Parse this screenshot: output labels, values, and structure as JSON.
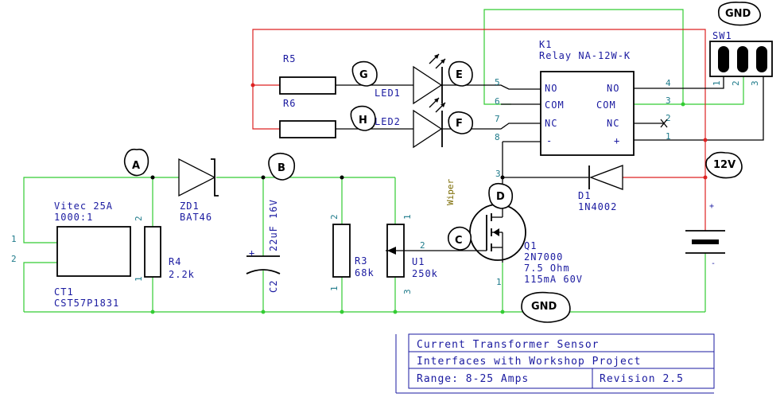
{
  "markers": {
    "A": "A",
    "B": "B",
    "C": "C",
    "D": "D",
    "E": "E",
    "F": "F",
    "G": "G",
    "H": "H",
    "gnd_top": "GND",
    "gnd_bottom": "GND",
    "v12": "12V"
  },
  "components": {
    "ct1": {
      "line1": "Vitec 25A",
      "line2": "1000:1",
      "ref": "CT1",
      "part": "CST57P1831"
    },
    "r4": {
      "ref": "R4",
      "value": "2.2k"
    },
    "zd1": {
      "ref": "ZD1",
      "value": "BAT46"
    },
    "c2": {
      "ref": "C2",
      "value": "22uF 16V"
    },
    "r3": {
      "ref": "R3",
      "value": "68k"
    },
    "u1": {
      "ref": "U1",
      "value": "250k",
      "wiper": "Wiper"
    },
    "q1": {
      "ref": "Q1",
      "part": "2N7000",
      "spec1": "7.5 Ohm",
      "spec2": "115mA 60V"
    },
    "d1": {
      "ref": "D1",
      "value": "1N4002"
    },
    "r5": {
      "ref": "R5"
    },
    "r6": {
      "ref": "R6"
    },
    "led1": {
      "ref": "LED1"
    },
    "led2": {
      "ref": "LED2"
    },
    "k1": {
      "ref": "K1",
      "part": "Relay NA-12W-K",
      "no": "NO",
      "com": "COM",
      "nc": "NC",
      "minus": "-",
      "plus": "+"
    },
    "sw1": {
      "ref": "SW1"
    },
    "battery": {
      "plus": "+",
      "minus": "-"
    }
  },
  "pins": {
    "ct1_1": "1",
    "ct1_2": "2",
    "r4_2": "2",
    "r4_1": "1",
    "r3_2": "2",
    "r3_1": "1",
    "u1_1": "1",
    "u1_2": "2",
    "u1_3": "3",
    "q1_3": "3",
    "q1_2": "2",
    "q1_1": "1",
    "k1_5": "5",
    "k1_6": "6",
    "k1_7": "7",
    "k1_8": "8",
    "k1_4": "4",
    "k1_3": "3",
    "k1_2": "2",
    "k1_1": "1",
    "sw1_1": "1",
    "sw1_2": "2",
    "sw1_3": "3"
  },
  "title_block": {
    "title": "Current Transformer Sensor",
    "subtitle": "Interfaces with Workshop Project",
    "range": "Range: 8-25 Amps",
    "revision": "Revision 2.5"
  }
}
